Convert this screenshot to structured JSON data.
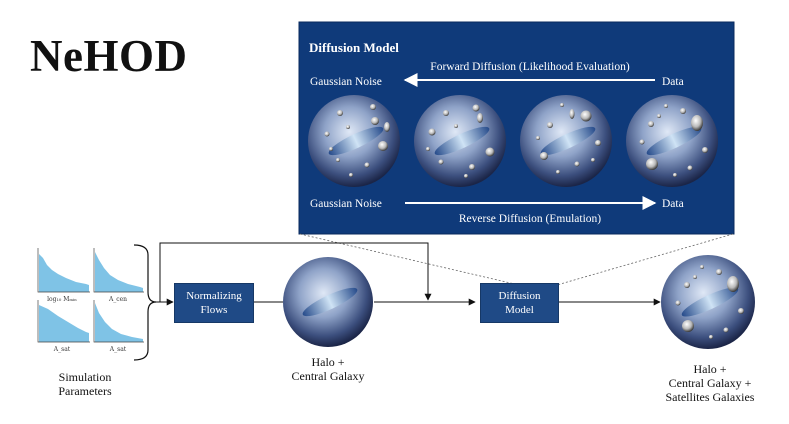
{
  "title": "NeHOD",
  "panel": {
    "title": "Diffusion Model",
    "forward": {
      "left": "Gaussian Noise",
      "caption": "Forward Diffusion (Likelihood Evaluation)",
      "right": "Data"
    },
    "reverse": {
      "left": "Gaussian Noise",
      "caption": "Reverse Diffusion (Emulation)",
      "right": "Data"
    }
  },
  "boxes": {
    "flows": [
      "Normalizing",
      "Flows"
    ],
    "diffusion": [
      "Diffusion",
      "Model"
    ]
  },
  "labels": {
    "sim": [
      "Simulation",
      "Parameters"
    ],
    "halo_central": [
      "Halo +",
      "Central Galaxy"
    ],
    "halo_full": [
      "Halo +",
      "Central Galaxy +",
      "Satellites Galaxies"
    ]
  },
  "hist_axes": [
    "log₁₀ Mₘᵢₙ",
    "A_cen",
    "A_sat",
    "A_sat"
  ],
  "colors": {
    "panel": "#0f3a7a",
    "box": "#1f4a86",
    "hist": "#7fc3e6"
  }
}
